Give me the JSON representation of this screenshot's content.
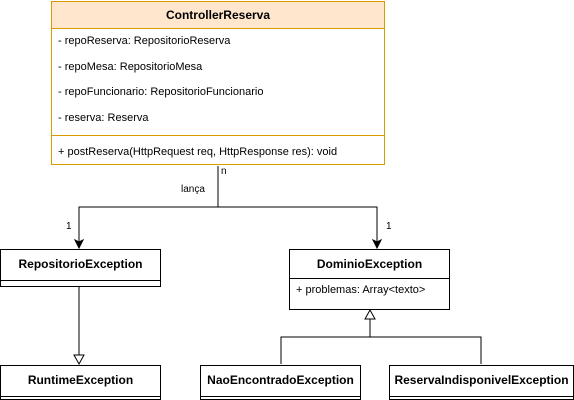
{
  "classes": {
    "controller": {
      "name": "ControllerReserva",
      "attributes": [
        "- repoReserva: RepositorioReserva",
        "- repoMesa: RepositorioMesa",
        "- repoFuncionario: RepositorioFuncionario",
        "- reserva: Reserva"
      ],
      "methods": [
        "+ postReserva(HttpRequest req, HttpResponse res): void"
      ],
      "fill_color": "#ffe6cc",
      "stroke_color": "#d79b00"
    },
    "repositorio_exception": {
      "name": "RepositorioException"
    },
    "dominio_exception": {
      "name": "DominioException",
      "attributes": [
        "+ problemas: Array<texto>"
      ]
    },
    "runtime_exception": {
      "name": "RuntimeException"
    },
    "nao_encontrado_exception": {
      "name": "NaoEncontradoException"
    },
    "reserva_indisponivel_exception": {
      "name": "ReservaIndisponivelException"
    }
  },
  "relations": {
    "throws": {
      "label": "lança",
      "source_multiplicity": "n",
      "target_multiplicity_left": "1",
      "target_multiplicity_right": "1"
    }
  }
}
